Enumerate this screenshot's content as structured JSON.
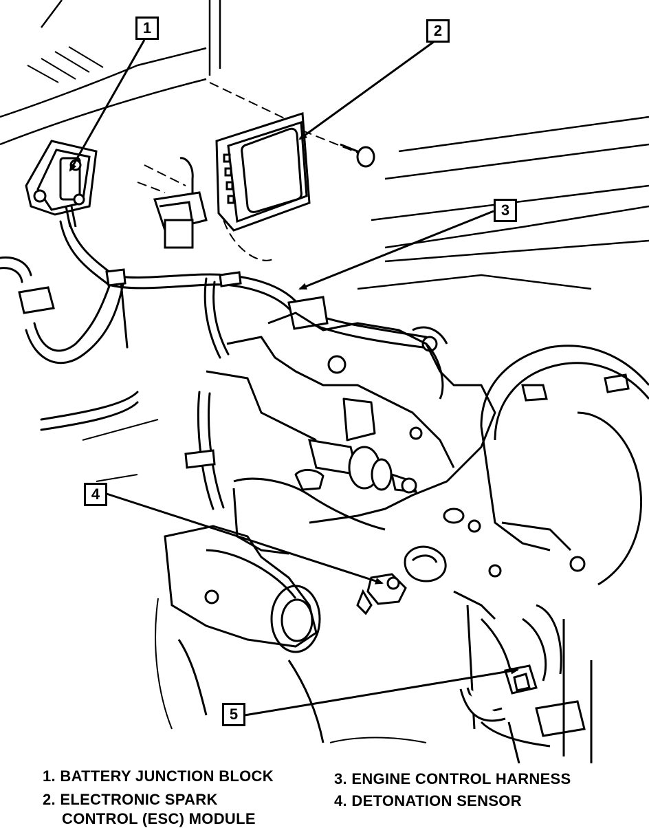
{
  "callouts": [
    {
      "id": "1",
      "label": "1"
    },
    {
      "id": "2",
      "label": "2"
    },
    {
      "id": "3",
      "label": "3"
    },
    {
      "id": "4",
      "label": "4"
    },
    {
      "id": "5",
      "label": "5"
    }
  ],
  "legend": {
    "item1": {
      "number": "1.",
      "text": "BATTERY JUNCTION BLOCK"
    },
    "item2": {
      "number": "2.",
      "text_line1": "ELECTRONIC SPARK",
      "text_line2": "CONTROL (ESC) MODULE"
    },
    "item3": {
      "number": "3.",
      "text": "ENGINE CONTROL HARNESS"
    },
    "item4": {
      "number": "4.",
      "text": "DETONATION SENSOR"
    }
  }
}
